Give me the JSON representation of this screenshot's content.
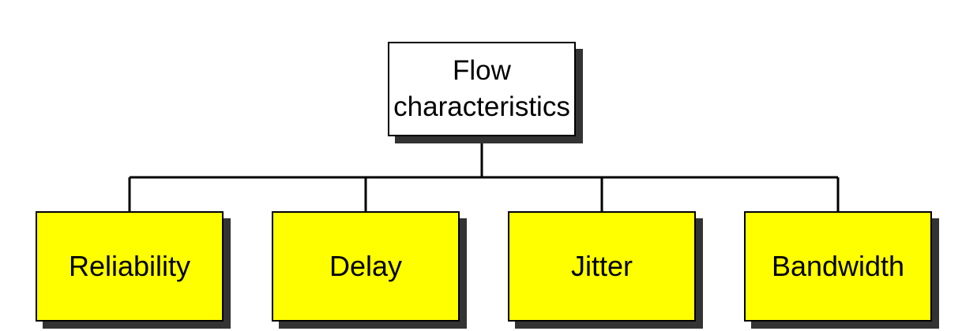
{
  "diagram": {
    "root": {
      "line1": "Flow",
      "line2": "characteristics",
      "fill": "#ffffff"
    },
    "children": [
      {
        "label": "Reliability",
        "fill": "#ffff00"
      },
      {
        "label": "Delay",
        "fill": "#ffff00"
      },
      {
        "label": "Jitter",
        "fill": "#ffff00"
      },
      {
        "label": "Bandwidth",
        "fill": "#ffff00"
      }
    ],
    "shadow_color": "#333333",
    "line_color": "#000000"
  }
}
